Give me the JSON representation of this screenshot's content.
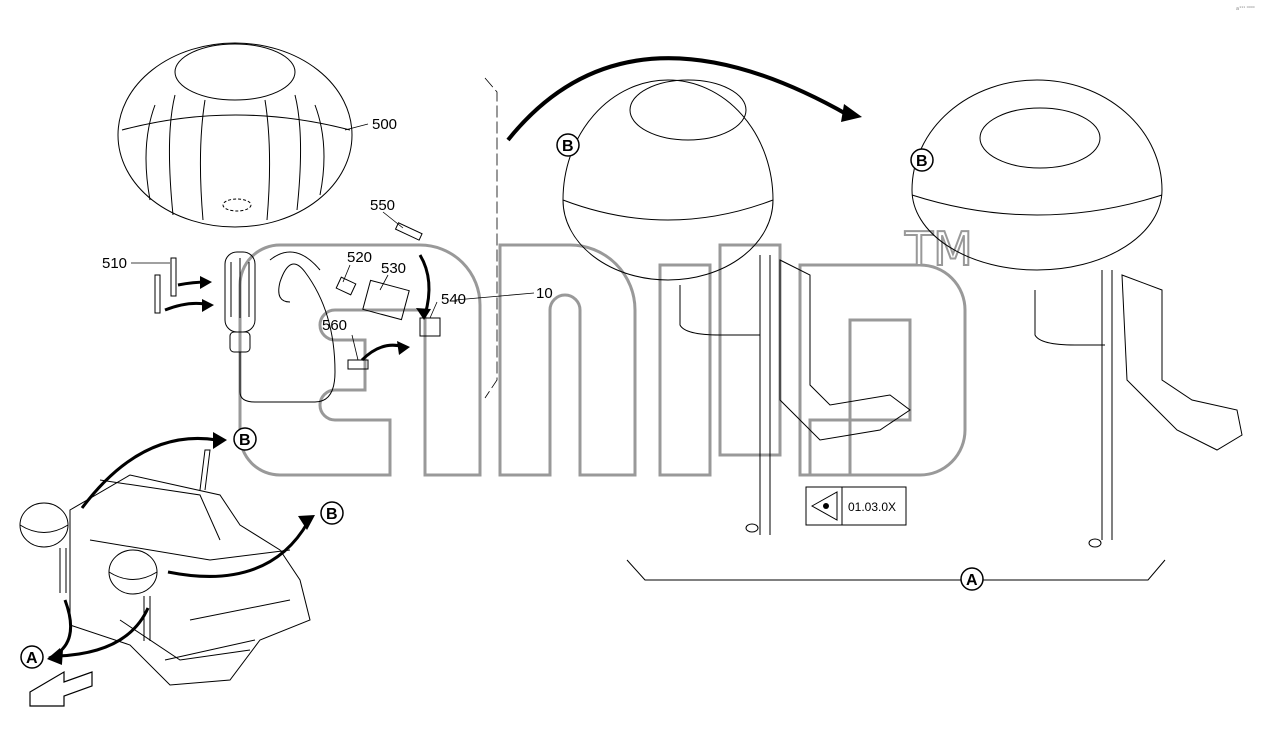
{
  "parts": [
    {
      "id": "p500",
      "label": "500"
    },
    {
      "id": "p510",
      "label": "510"
    },
    {
      "id": "p520",
      "label": "520"
    },
    {
      "id": "p530",
      "label": "530"
    },
    {
      "id": "p540",
      "label": "540"
    },
    {
      "id": "p550",
      "label": "550"
    },
    {
      "id": "p560",
      "label": "560"
    },
    {
      "id": "p10",
      "label": "10"
    }
  ],
  "callouts": {
    "a": "A",
    "b": "B"
  },
  "view_reference": "01.03.0X",
  "watermark": {
    "mark": "TM"
  },
  "corner_note": "a¹¹¹ ⁰⁰⁰⁰",
  "colors": {
    "line": "#000000",
    "watermark_stroke": "#999999",
    "background": "#ffffff"
  }
}
